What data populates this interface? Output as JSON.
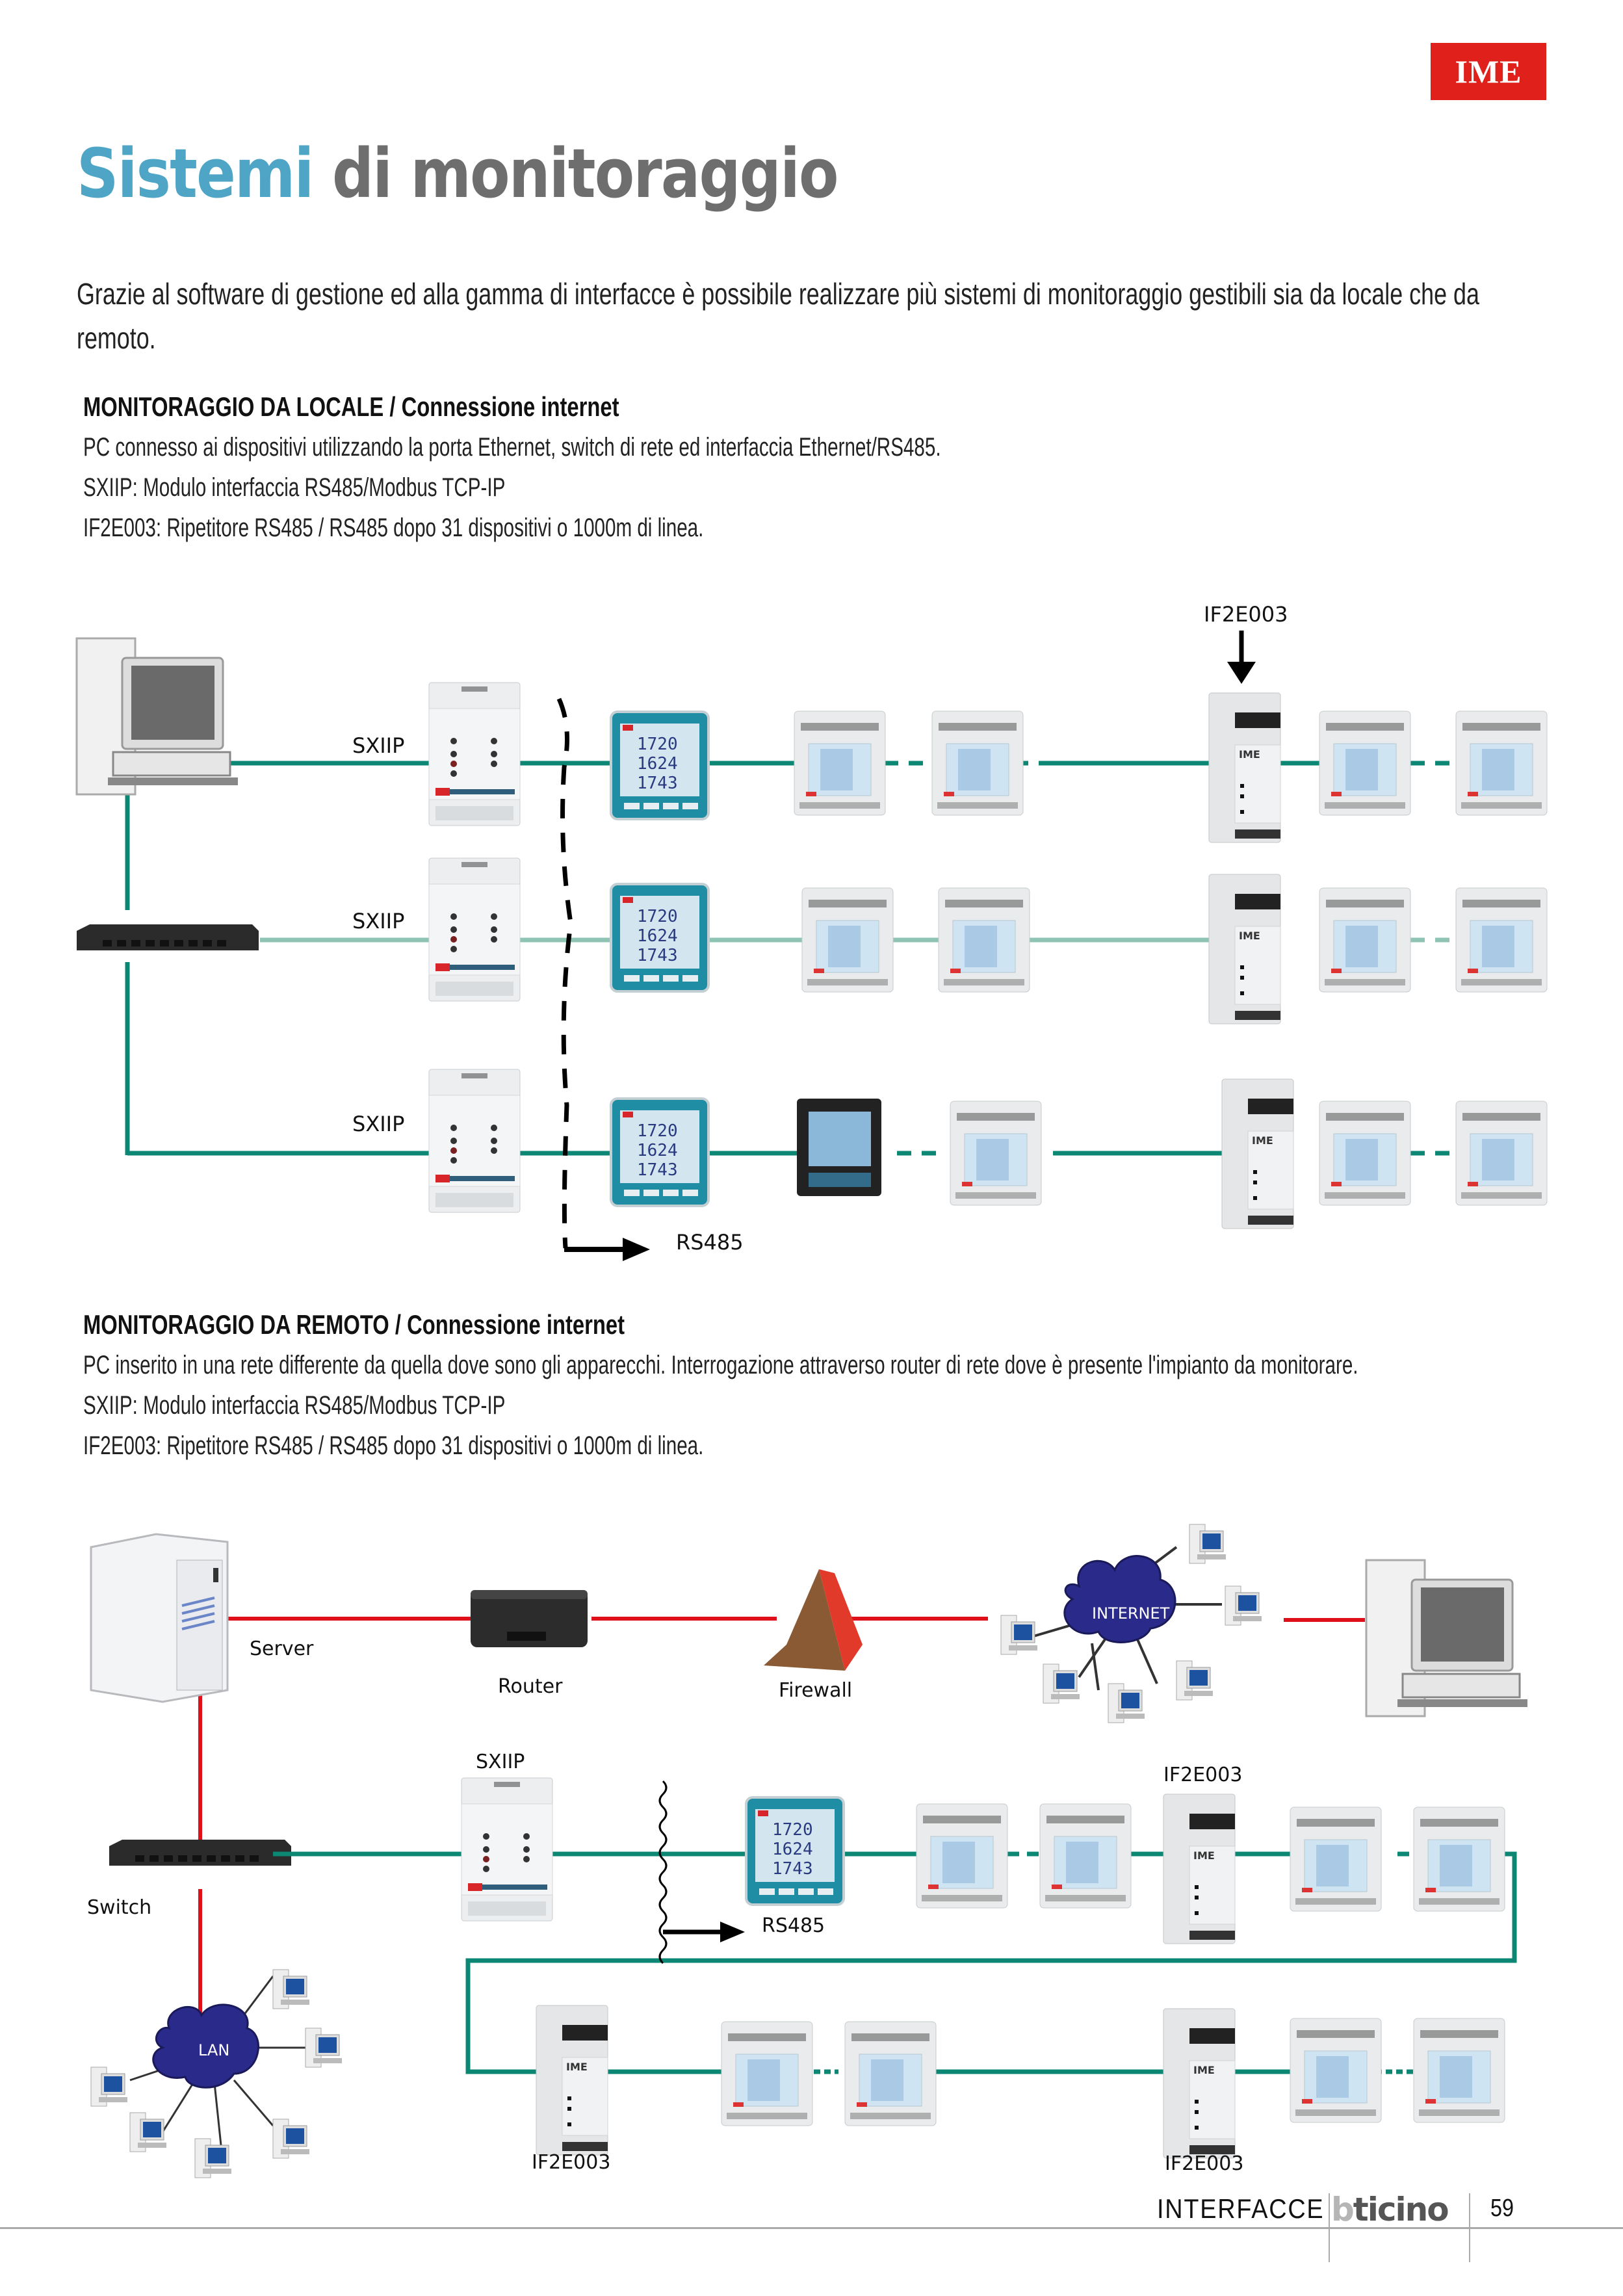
{
  "brand": {
    "logo_text": "IME",
    "logo_color": "#e0201b"
  },
  "title": {
    "part1": "Sistemi",
    "part2": "di monitoraggio",
    "part1_color": "#4ea5c6",
    "part2_color": "#6e6e6e"
  },
  "intro": "Grazie al software di gestione ed alla gamma di interfacce è possibile realizzare più sistemi di monitoraggio gestibili sia da locale che da remoto.",
  "sections": [
    {
      "heading": "MONITORAGGIO DA LOCALE / Connessione internet",
      "lines": [
        "PC connesso ai dispositivi utilizzando la porta Ethernet, switch di rete ed interfaccia Ethernet/RS485.",
        "SXIIP: Modulo interfaccia RS485/Modbus TCP-IP",
        "IF2E003: Ripetitore RS485 / RS485 dopo 31 dispositivi o 1000m di linea."
      ]
    },
    {
      "heading": "MONITORAGGIO DA REMOTO / Connessione internet",
      "lines": [
        "PC inserito in una rete differente da quella dove sono gli apparecchi. Interrogazione attraverso router di rete dove è presente l'impianto da monitorare.",
        "SXIIP: Modulo interfaccia RS485/Modbus TCP-IP",
        "IF2E003: Ripetitore RS485 / RS485 dopo 31 dispositivi o 1000m di linea."
      ]
    }
  ],
  "diagram_local": {
    "labels": {
      "sxiip_1": "SXIIP",
      "sxiip_2": "SXIIP",
      "sxiip_3": "SXIIP",
      "if2e003": "IF2E003",
      "rs485": "RS485"
    },
    "meter_display": [
      "1720",
      "1624",
      "1743"
    ],
    "line_colors": {
      "primary": "#0b8774",
      "secondary": "#8fc4b4"
    }
  },
  "diagram_remote": {
    "labels": {
      "server": "Server",
      "router": "Router",
      "firewall": "Firewall",
      "internet": "INTERNET",
      "switch": "Switch",
      "lan": "LAN",
      "sxiip": "SXIIP",
      "rs485": "RS485",
      "if2e003_top": "IF2E003",
      "if2e003_bottom_left": "IF2E003",
      "if2e003_bottom_right": "IF2E003"
    },
    "line_colors": {
      "wan": "#e0101b",
      "bus": "#0b8774",
      "cloud": "#2a2a8a"
    }
  },
  "footer": {
    "section": "INTERFACCE",
    "brand_b": "b",
    "brand_rest": "ticino",
    "page": "59"
  }
}
